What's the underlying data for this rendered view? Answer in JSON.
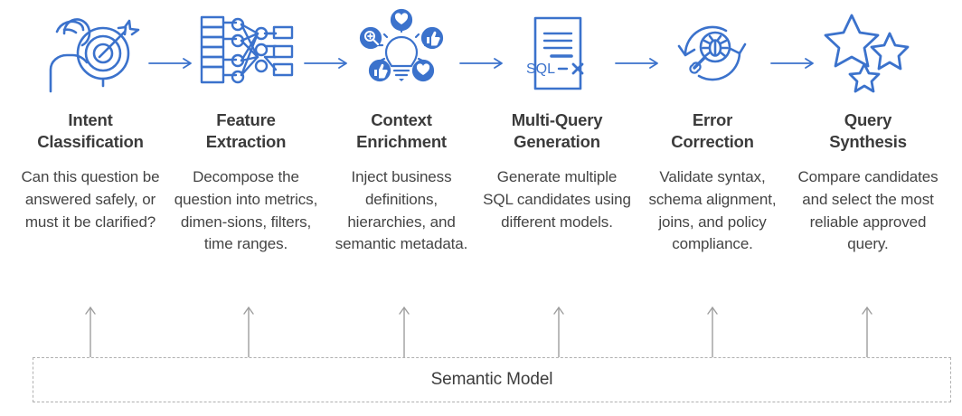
{
  "theme": {
    "accent_blue": "#3b72cc",
    "title_color": "#3b3b3b",
    "body_color": "#444444",
    "arrow_gray": "#9e9e9e",
    "dashed_border": "#b0b0b0",
    "background": "#ffffff"
  },
  "stages": [
    {
      "id": "intent-classification",
      "icon": "person-target-icon",
      "title": "Intent\nClassification",
      "title_lines": [
        "Intent",
        "Classification"
      ],
      "description": "Can this question be answered safely, or must it be clarified?"
    },
    {
      "id": "feature-extraction",
      "icon": "neural-network-icon",
      "title": "Feature\nExtraction",
      "title_lines": [
        "Feature",
        "Extraction"
      ],
      "description": "Decompose the question into metrics, dimen-sions, filters, time ranges."
    },
    {
      "id": "context-enrichment",
      "icon": "lightbulb-badges-icon",
      "title": "Context\nEnrichment",
      "title_lines": [
        "Context",
        "Enrichment"
      ],
      "description": "Inject business definitions, hierarchies, and semantic metadata."
    },
    {
      "id": "multi-query-generation",
      "icon": "sql-document-icon",
      "title": "Multi-Query\nGeneration",
      "title_lines": [
        "Multi-Query",
        "Generation"
      ],
      "description": "Generate multiple SQL candidates using different models."
    },
    {
      "id": "error-correction",
      "icon": "bug-magnifier-cycle-icon",
      "title": "Error\nCorrection",
      "title_lines": [
        "Error",
        "Correction"
      ],
      "description": "Validate syntax, schema alignment, joins, and policy compliance."
    },
    {
      "id": "query-synthesis",
      "icon": "three-stars-icon",
      "title": "Query\nSynthesis",
      "title_lines": [
        "Query",
        "Synthesis"
      ],
      "description": "Compare candidates and select the most reliable approved query."
    }
  ],
  "flow_arrows": {
    "count": 5,
    "direction": "right",
    "color": "#3b72cc"
  },
  "feed_arrows": {
    "count": 6,
    "direction": "up",
    "color": "#9e9e9e"
  },
  "semantic_model": {
    "label": "Semantic Model",
    "border_style": "dashed"
  }
}
